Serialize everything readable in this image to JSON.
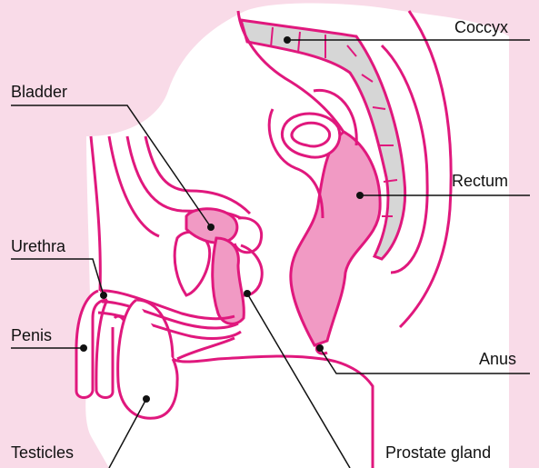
{
  "labels": {
    "coccyx": "Coccyx",
    "bladder": "Bladder",
    "rectum": "Rectum",
    "urethra": "Urethra",
    "penis": "Penis",
    "anus": "Anus",
    "testicles": "Testicles",
    "prostate": "Prostate gland"
  },
  "colors": {
    "background": "#f9dbe8",
    "outline": "#e0187d",
    "organ_fill": "#f19ac4",
    "bone_fill": "#d6d6d6",
    "body_fill": "#ffffff",
    "leader": "#111111"
  }
}
